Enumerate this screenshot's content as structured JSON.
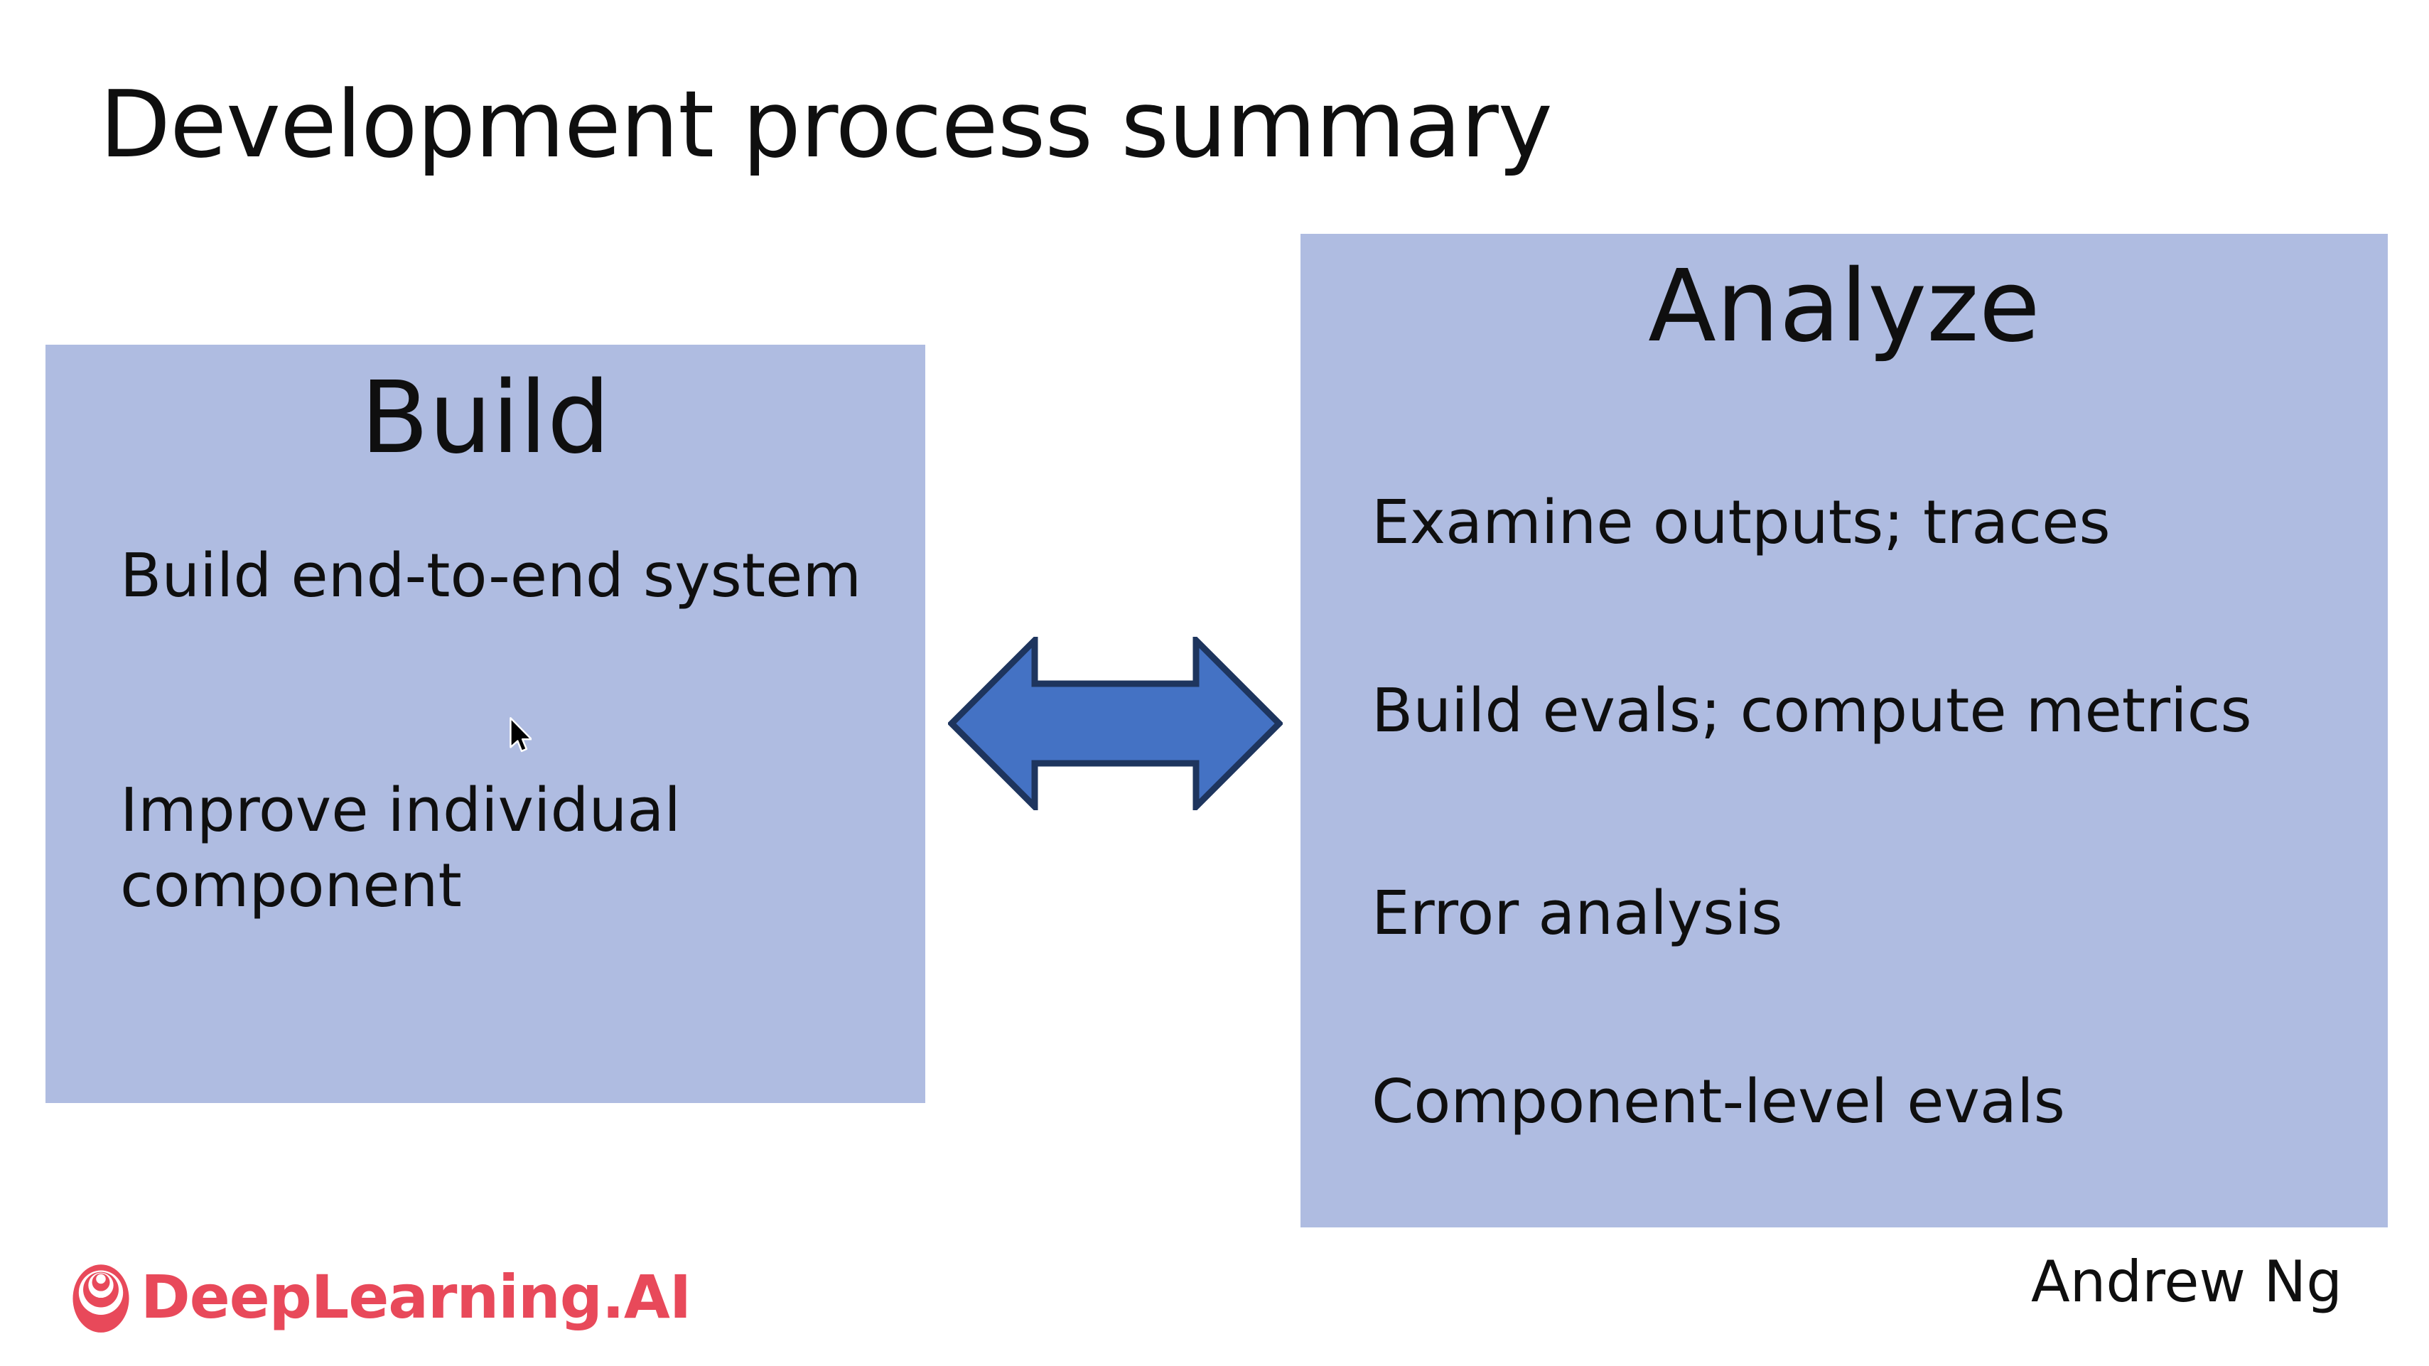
{
  "slide": {
    "title": "Development process summary",
    "build_box": {
      "heading": "Build",
      "items": [
        "Build end-to-end system",
        "Improve individual component"
      ]
    },
    "analyze_box": {
      "heading": "Analyze",
      "items": [
        "Examine outputs; traces",
        "Build evals; compute metrics",
        "Error analysis",
        "Component-level evals"
      ]
    },
    "footer": {
      "brand": "DeepLearning.AI",
      "author": "Andrew Ng"
    },
    "icons": {
      "arrow": "double-headed-arrow",
      "cursor": "mouse-pointer",
      "logo_mark": "deeplearning-ai-logo"
    },
    "colors": {
      "background": "#ffffff",
      "box_bg": "#afbce1",
      "text": "#0f0f0f",
      "arrow_fill": "#4472c4",
      "arrow_stroke": "#1e355e",
      "brand": "#e8495a"
    }
  }
}
